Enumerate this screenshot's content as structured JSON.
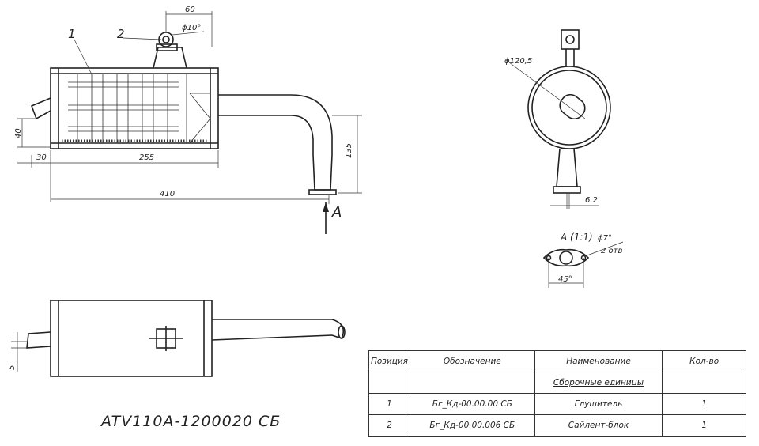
{
  "drawing": {
    "callouts": [
      "1",
      "2"
    ],
    "dims": {
      "bracket_width": "60",
      "bolt_dia": "ϕ10°",
      "outlet_dia": "ϕ120,5",
      "height_40": "40",
      "offset_30": "30",
      "length_255": "255",
      "length_410": "410",
      "height_135": "135",
      "offset_62": "6.2",
      "bottom_5": "5",
      "hole_dia": "ϕ7°",
      "hole_count": "2 отв",
      "angle_45": "45°"
    },
    "view_arrow": "A",
    "section_label": "A (1:1)"
  },
  "title_code": "ATV110A-1200020 СБ",
  "bom": {
    "headers": [
      "Позиция",
      "Обозначение",
      "Наименование",
      "Кол-во"
    ],
    "section_title": "Сборочные единицы",
    "rows": [
      {
        "pos": "1",
        "code": "Бг_Кд-00.00.00 СБ",
        "name": "Глушитель",
        "qty": "1"
      },
      {
        "pos": "2",
        "code": "Бг_Кд-00.00.006 СБ",
        "name": "Сайлент-блок",
        "qty": "1"
      }
    ]
  }
}
